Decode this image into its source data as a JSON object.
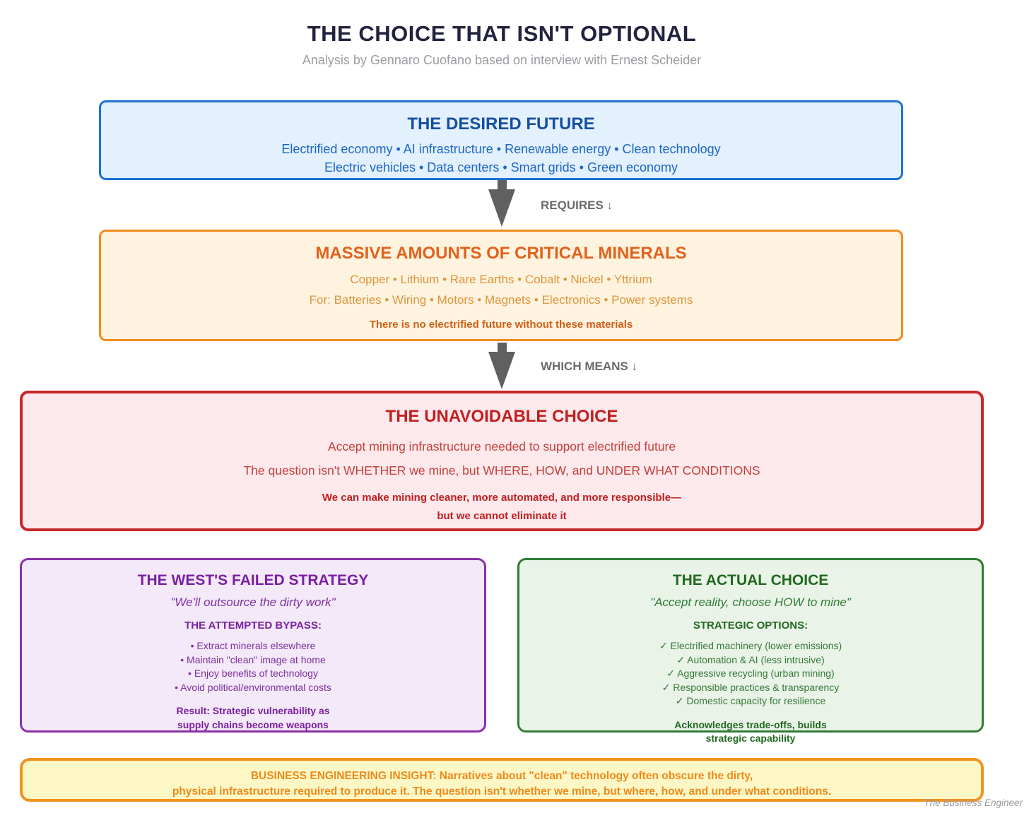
{
  "header": {
    "title": "THE CHOICE THAT ISN'T OPTIONAL",
    "subtitle": "Analysis by Gennaro Cuofano based on interview with Ernest Scheider"
  },
  "desired_future": {
    "title": "THE DESIRED FUTURE",
    "line1": "Electrified economy • AI infrastructure • Renewable energy • Clean technology",
    "line2": "Electric vehicles • Data centers • Smart grids • Green economy"
  },
  "connector1": {
    "label": "REQUIRES ↓"
  },
  "critical_minerals": {
    "title": "MASSIVE AMOUNTS OF CRITICAL MINERALS",
    "line1": "Copper • Lithium • Rare Earths • Cobalt • Nickel • Yttrium",
    "line2": "For: Batteries • Wiring • Motors • Magnets • Electronics • Power systems",
    "emphasis": "There is no electrified future without these materials"
  },
  "connector2": {
    "label": "WHICH MEANS ↓"
  },
  "unavoidable_choice": {
    "title": "THE UNAVOIDABLE CHOICE",
    "line1": "Accept mining infrastructure needed to support electrified future",
    "line2": "The question isn't WHETHER we mine, but WHERE, HOW, and UNDER WHAT CONDITIONS",
    "emphasis_line1": "We can make mining cleaner, more automated, and more responsible—",
    "emphasis_line2": "but we cannot eliminate it"
  },
  "failed_strategy": {
    "title": "THE WEST'S FAILED STRATEGY",
    "quote": "\"We'll outsource the dirty work\"",
    "subheading": "THE ATTEMPTED BYPASS:",
    "bullets": [
      "• Extract minerals elsewhere",
      "• Maintain \"clean\" image at home",
      "• Enjoy benefits of technology",
      "• Avoid political/environmental costs"
    ],
    "result_line1": "Result: Strategic vulnerability as",
    "result_line2": "supply chains become weapons"
  },
  "actual_choice": {
    "title": "THE ACTUAL CHOICE",
    "quote": "\"Accept reality, choose HOW to mine\"",
    "subheading": "STRATEGIC OPTIONS:",
    "options": [
      "✓ Electrified machinery (lower emissions)",
      "✓ Automation & AI (less intrusive)",
      "✓ Aggressive recycling (urban mining)",
      "✓ Responsible practices & transparency",
      "✓ Domestic capacity for resilience"
    ],
    "note_line1": "Acknowledges trade-offs, builds",
    "note_line2": "strategic capability"
  },
  "insight": {
    "line1": "BUSINESS ENGINEERING INSIGHT: Narratives about \"clean\" technology often obscure the dirty,",
    "line2": "physical infrastructure required to produce it. The question isn't whether we mine, but where, how, and under what conditions."
  },
  "footer": {
    "credit": "The Business Engineer"
  },
  "palette": {
    "title_navy": "#23233f",
    "subtitle_gray": "#9c9ca2",
    "arrow_gray": "#606060",
    "blue_border": "#1c72d2",
    "blue_bg": "#e3f0fd",
    "blue_heading": "#154f9f",
    "blue_text": "#1c67c5",
    "orange_border": "#f08c1d",
    "orange_bg": "#fdf3de",
    "orange_heading": "#e2611c",
    "orange_text": "#df953e",
    "red_border": "#c62828",
    "red_bg": "#fde9ec",
    "red_heading": "#c11f1f",
    "red_text": "#c4403a",
    "purple_border": "#8a2fa8",
    "purple_bg": "#f3e9f8",
    "purple_heading": "#7b1fa2",
    "green_border": "#2e7d32",
    "green_bg": "#eaf3e8",
    "green_heading": "#20691f",
    "yellow_border": "#f0931f",
    "yellow_bg": "#fdf7c5",
    "yellow_text": "#ee8a1b"
  }
}
